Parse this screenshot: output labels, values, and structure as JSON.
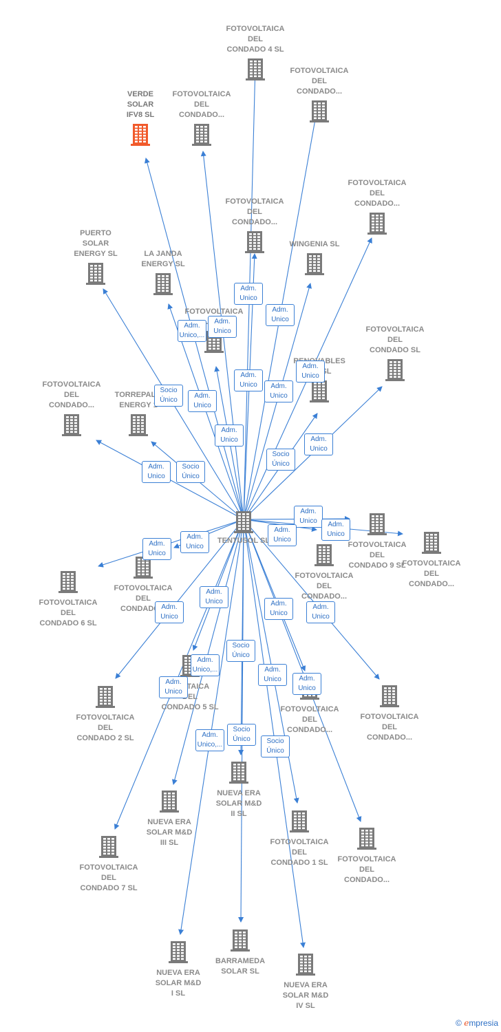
{
  "colors": {
    "edge": "#3a7fd5",
    "building": "#7a7a7a",
    "highlight": "#f15a2b",
    "label": "#8a8a8a"
  },
  "icons": {
    "company": "building-icon"
  },
  "center": {
    "label": "TENTUSOL SL"
  },
  "nodes": [
    {
      "id": "fc4",
      "label": "FOTOVOLTAICA\nDEL\nCONDADO 4 SL"
    },
    {
      "id": "fcA",
      "label": "FOTOVOLTAICA\nDEL\nCONDADO..."
    },
    {
      "id": "verde",
      "label": "VERDE\nSOLAR\nIFV8 SL",
      "highlight": true
    },
    {
      "id": "fcB",
      "label": "FOTOVOLTAICA\nDEL\nCONDADO..."
    },
    {
      "id": "fcC",
      "label": "FOTOVOLTAICA\nDEL\nCONDADO..."
    },
    {
      "id": "fcD",
      "label": "FOTOVOLTAICA\nDEL\nCONDADO..."
    },
    {
      "id": "wingenia",
      "label": "WINGENIA SL"
    },
    {
      "id": "puerto",
      "label": "PUERTO\nSOLAR\nENERGY SL"
    },
    {
      "id": "janda",
      "label": "LA JANDA\nENERGY SL"
    },
    {
      "id": "fcE",
      "label": "FOTOVOLTAICA\n...SL"
    },
    {
      "id": "fcsl",
      "label": "FOTOVOLTAICA\nDEL\nCONDADO SL"
    },
    {
      "id": "renov",
      "label": "RENOVABLES\n...O SL"
    },
    {
      "id": "fcF",
      "label": "FOTOVOLTAICA\nDEL\nCONDADO..."
    },
    {
      "id": "torre",
      "label": "TORREPAL...\nENERGY 1"
    },
    {
      "id": "fc9",
      "label": "FOTOVOLTAICA\nDEL\nCONDADO 9 SL"
    },
    {
      "id": "fcG",
      "label": "FOTOVOLTAICA\nDEL\nCONDADO..."
    },
    {
      "id": "fcH",
      "label": "FOTOVOLTAICA\nDEL\nCONDADO..."
    },
    {
      "id": "fc6",
      "label": "FOTOVOLTAICA\nDEL\nCONDADO 6 SL"
    },
    {
      "id": "fcI",
      "label": "FOTOVOLTAICA\nDEL\nCONDADO..."
    },
    {
      "id": "fc2",
      "label": "FOTOVOLTAICA\nDEL\nCONDADO 2 SL"
    },
    {
      "id": "fc5",
      "label": "...OLTAICA\nDEL\nCONDADO 5 SL"
    },
    {
      "id": "fcJ",
      "label": "FOTOVOLTAICA\nDEL\nCONDADO..."
    },
    {
      "id": "fcK",
      "label": "FOTOVOLTAICA\nDEL\nCONDADO..."
    },
    {
      "id": "ne2",
      "label": "NUEVA ERA\nSOLAR M&D\nII SL"
    },
    {
      "id": "ne3",
      "label": "NUEVA ERA\nSOLAR M&D\nIII SL"
    },
    {
      "id": "fc1",
      "label": "FOTOVOLTAICA\nDEL\nCONDADO 1 SL"
    },
    {
      "id": "fcL",
      "label": "FOTOVOLTAICA\nDEL\nCONDADO..."
    },
    {
      "id": "fc7",
      "label": "FOTOVOLTAICA\nDEL\nCONDADO 7 SL"
    },
    {
      "id": "ne1",
      "label": "NUEVA ERA\nSOLAR M&D\nI SL"
    },
    {
      "id": "barra",
      "label": "BARRAMEDA\nSOLAR SL"
    },
    {
      "id": "ne4",
      "label": "NUEVA ERA\nSOLAR M&D\nIV SL"
    }
  ],
  "badges": [
    "Adm.\nUnico",
    "Adm.\nUnico",
    "Adm.\nUnico,...",
    "Adm.\nUnico",
    "Adm.\nUnico",
    "Socio\nÚnico",
    "Adm.\nUnico",
    "Adm.\nUnico",
    "Adm.\nUnico",
    "Adm.\nUnico",
    "Adm.\nUnico",
    "Socio\nÚnico",
    "Adm.\nUnico",
    "Socio\nÚnico",
    "Adm.\nUnico",
    "Adm.\nUnico",
    "Adm.\nUnico",
    "Adm.\nUnico",
    "Adm.\nUnico",
    "Adm.\nUnico",
    "Adm.\nUnico",
    "Adm.\nUnico",
    "Adm.\nUnico",
    "Socio\nÚnico",
    "Adm.\nUnico,...",
    "Adm.\nUnico",
    "Adm.\nUnico",
    "Adm.\nUnico",
    "Adm.\nUnico,...",
    "Socio\nÚnico",
    "Socio\nÚnico"
  ],
  "footer": {
    "copyright": "©",
    "brand_first": "e",
    "brand_rest": "mpresia"
  }
}
